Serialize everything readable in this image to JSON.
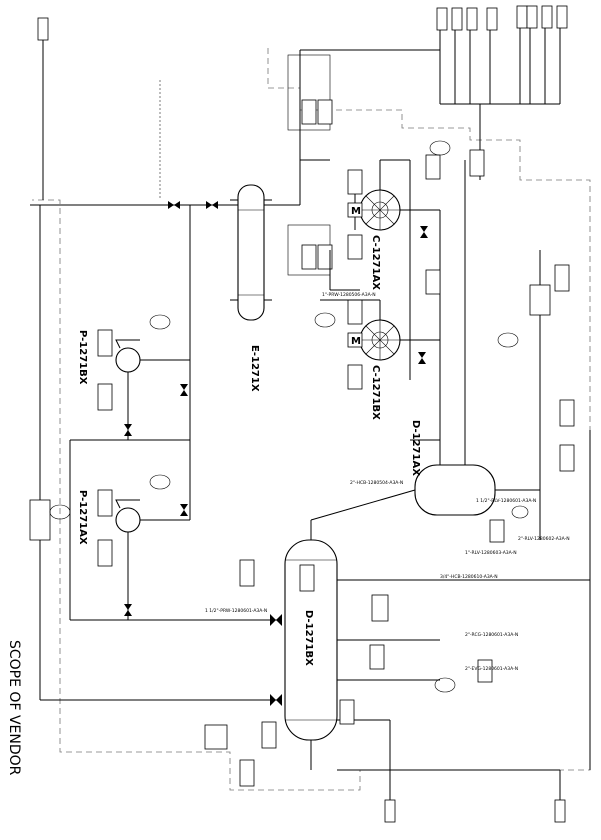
{
  "scope_title": "SCOPE OF VENDOR",
  "equipment": {
    "c1271ax": "C-1271AX",
    "c1271bx": "C-1271BX",
    "e1271x": "E-1271X",
    "p1271ax": "P-1271AX",
    "p1271bx": "P-1271BX",
    "d1271ax": "D-1271AX",
    "d1271bx": "D-1271BX"
  },
  "line_labels": {
    "prw_1280506": "1\"-PRW-1280506-A3A-N",
    "prw_1280601": "1 1/2\"-PRW-1280601-A3A-N",
    "hcb_1280504": "2\"-HCB-1280504-A3A-N",
    "rlv_1280601": "1 1/2\"-RLV-1280601-A3A-N",
    "rlv_1280603": "1\"-RLV-1280603-A3A-N",
    "rlv_1280602": "2\"-RLV-1280602-A3A-N",
    "hcb_1280610": "3/4\"-HCB-1280610-A3A-N",
    "rcg_1280601": "2\"-RCG-1280601-A3A-N",
    "evg_1280601": "2\"-EVG-1280601-A3A-N"
  },
  "legend_colors": {
    "line": "#000000",
    "scope_boundary": "#777777"
  }
}
